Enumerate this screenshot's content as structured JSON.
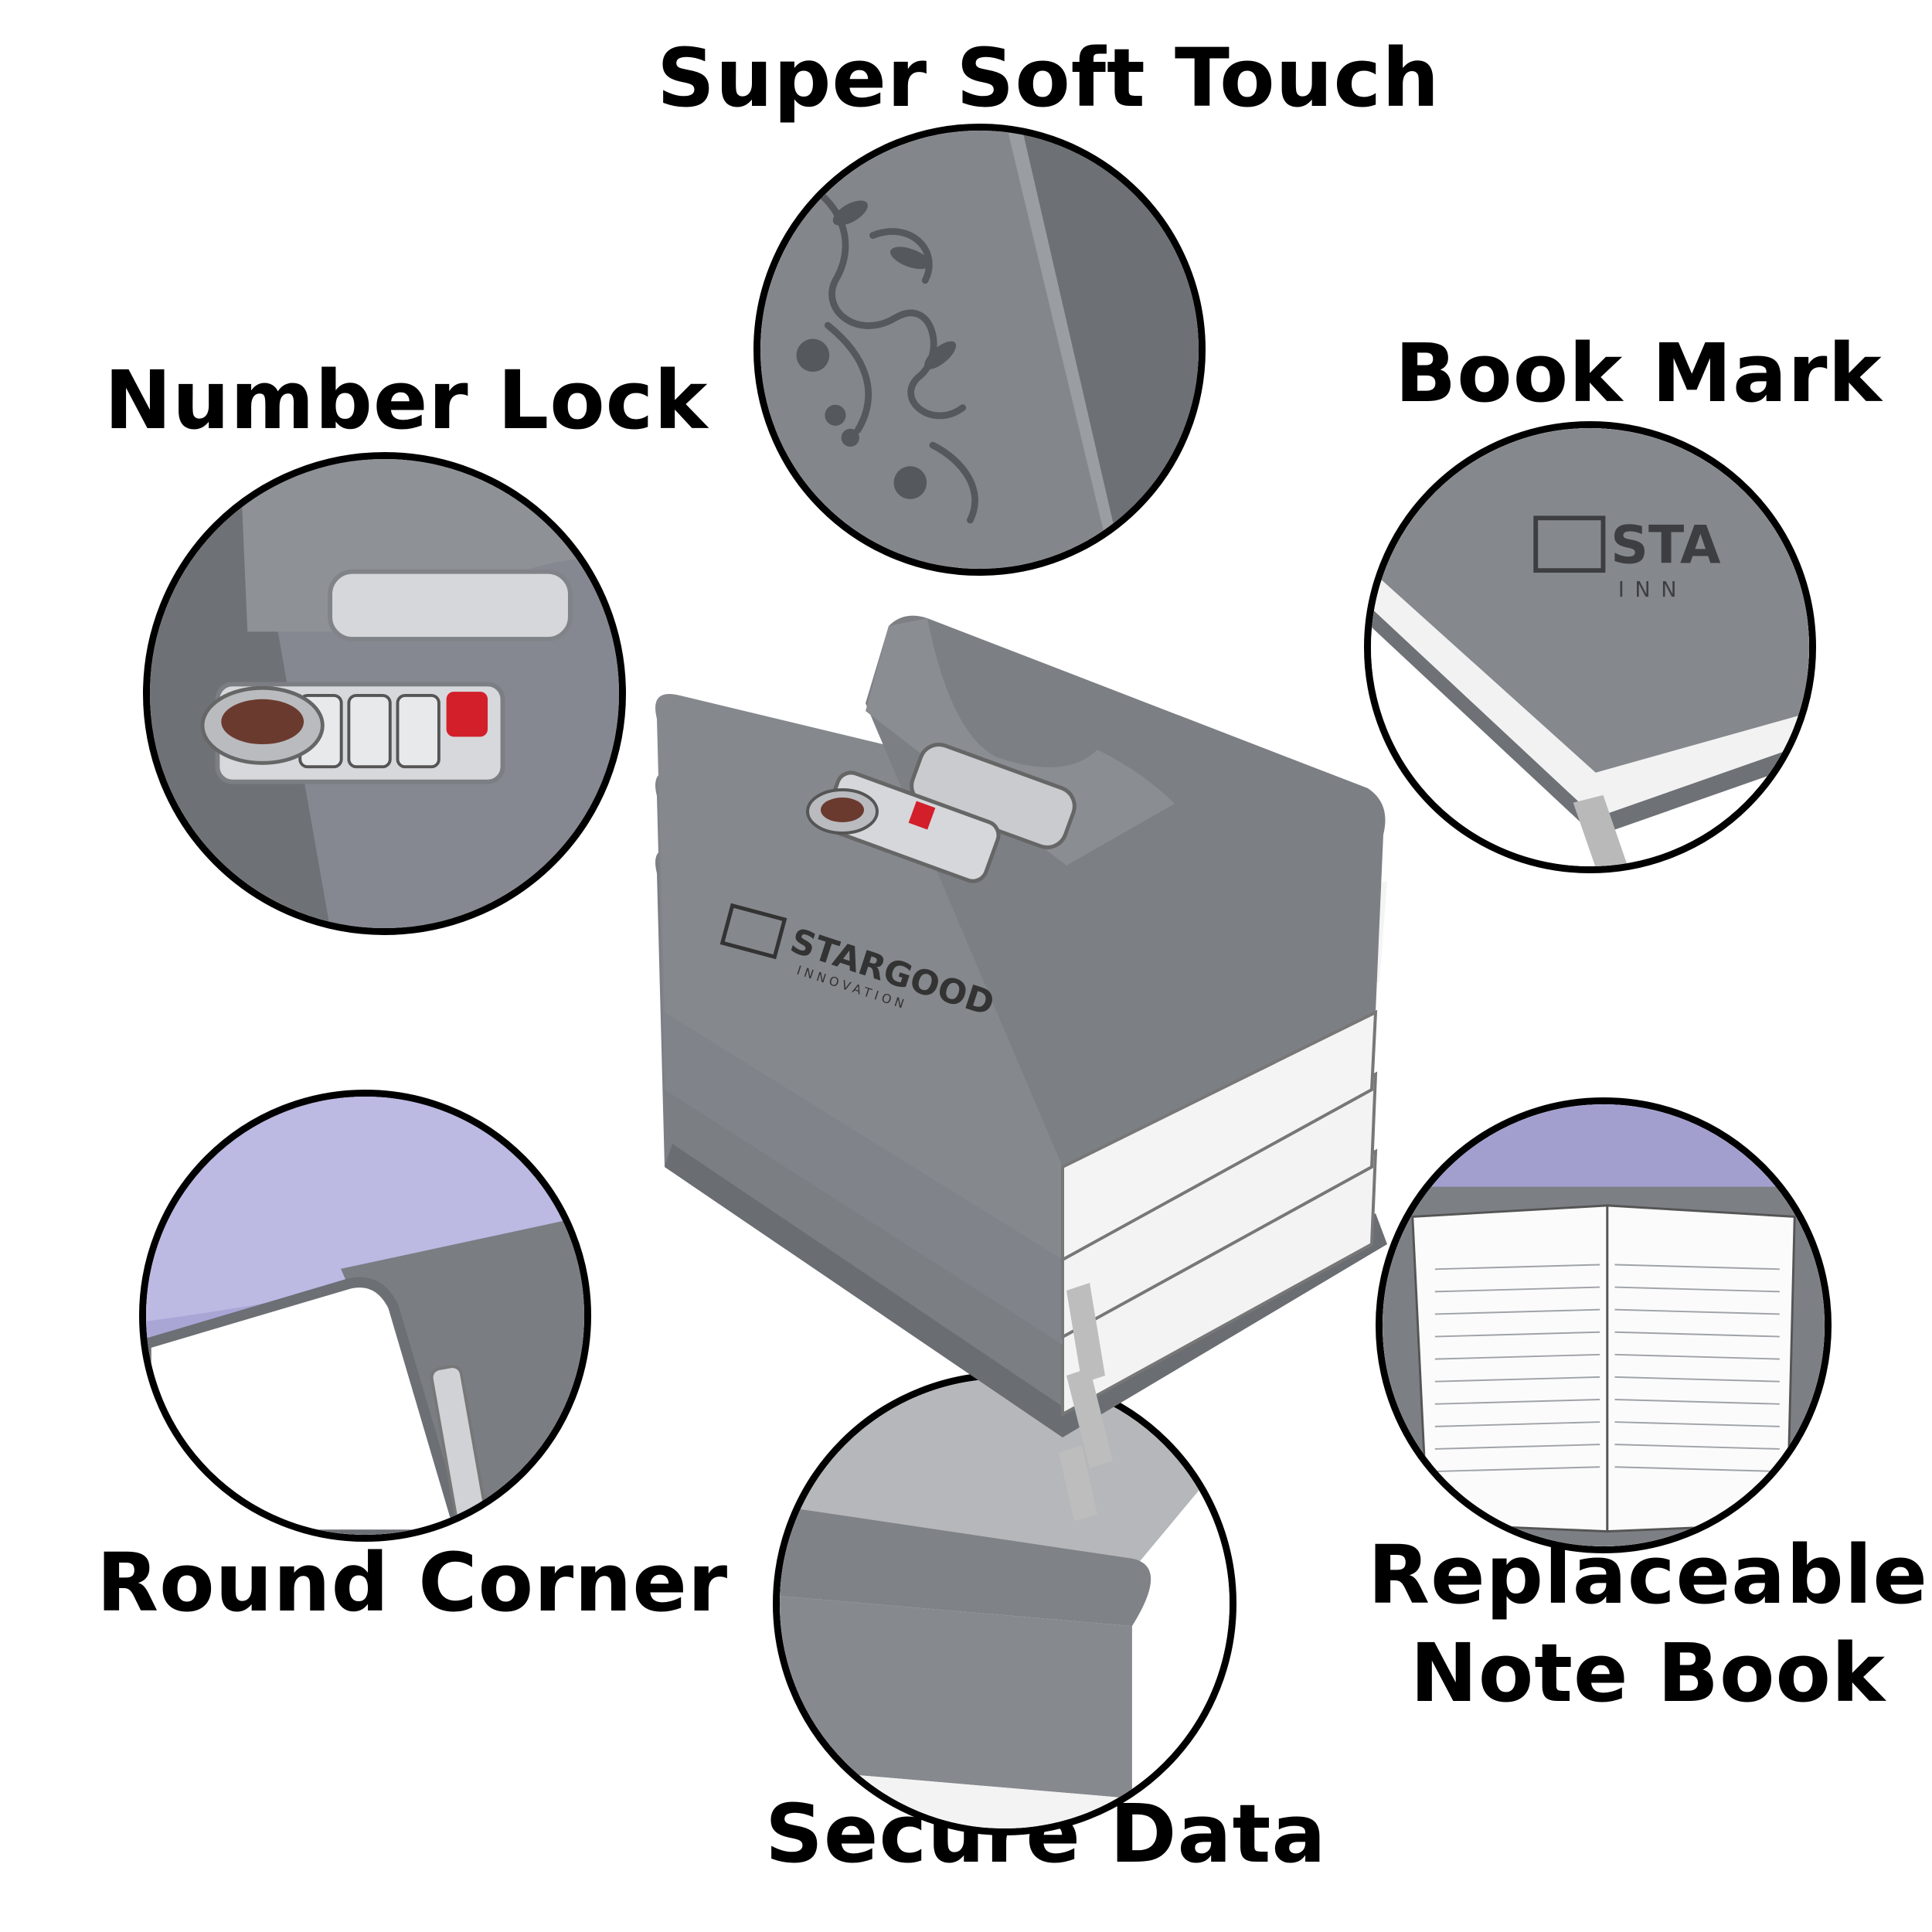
{
  "labels": {
    "super_soft_touch": "Super Soft Touch",
    "number_lock": "Number Lock",
    "book_mark": "Book Mark",
    "round_corner": "Round Corner",
    "replaceable_line1": "Replaceable",
    "replaceable_line2": "Note Book",
    "secure_data": "Secure Data"
  },
  "brand": {
    "logo_text": "STARGOOD",
    "logo_subtext": "INNOVATION",
    "bookmark_logo_fragment": "STA",
    "bookmark_logo_sub_fragment": "INN"
  },
  "colors": {
    "cover_gray": "#7d8085",
    "cover_dark": "#5f6267",
    "pages": "#f4f4f4",
    "metal": "#c9cbce",
    "lock_red": "#d21f2a",
    "lavender": "#a9a6d6"
  }
}
